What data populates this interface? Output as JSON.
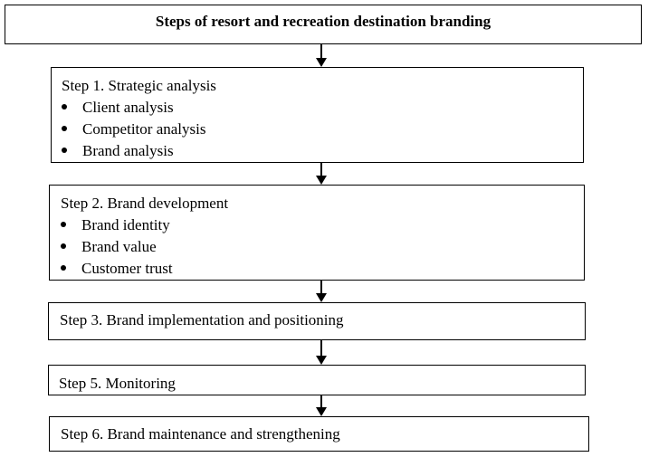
{
  "title": "Steps of resort and recreation destination branding",
  "steps": [
    {
      "heading": "Step 1. Strategic analysis",
      "items": [
        "Client analysis",
        "Competitor analysis",
        "Brand analysis"
      ]
    },
    {
      "heading": "Step 2. Brand development",
      "items": [
        "Brand identity",
        "Brand value",
        "Customer trust"
      ]
    },
    {
      "heading": "Step 3. Brand implementation and positioning",
      "items": []
    },
    {
      "heading": "Step 5. Monitoring",
      "items": []
    },
    {
      "heading": "Step 6. Brand maintenance and strengthening",
      "items": []
    }
  ]
}
